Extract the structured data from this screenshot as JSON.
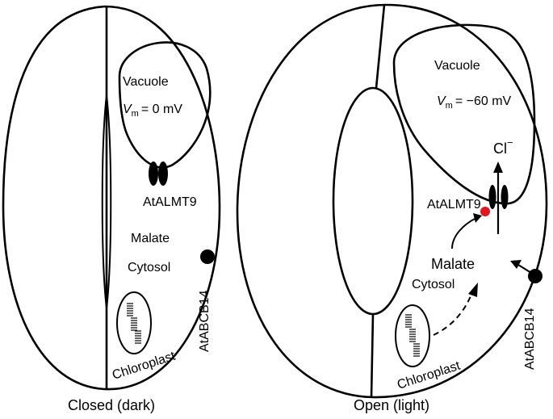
{
  "closed_panel": {
    "caption": "Closed (dark)",
    "vacuole_label": "Vacuole",
    "vm_symbol": "V",
    "vm_subscript": "m",
    "vm_value": "= 0 mV",
    "channel_label": "AtALMT9",
    "malate_label": "Malate",
    "cytosol_label": "Cytosol",
    "chloroplast_label": "Chloroplast",
    "transporter_label": "AtABCB14"
  },
  "open_panel": {
    "caption": "Open (light)",
    "vacuole_label": "Vacuole",
    "vm_symbol": "V",
    "vm_subscript": "m",
    "vm_value": "= −60 mV",
    "ion_label": "Cl",
    "ion_charge": "−",
    "channel_label": "AtALMT9",
    "malate_label": "Malate",
    "cytosol_label": "Cytosol",
    "chloroplast_label": "Chloroplast",
    "transporter_label": "AtABCB14"
  },
  "colors": {
    "line": "#000000",
    "activation_dot": "#e8141b",
    "background": "#ffffff"
  }
}
